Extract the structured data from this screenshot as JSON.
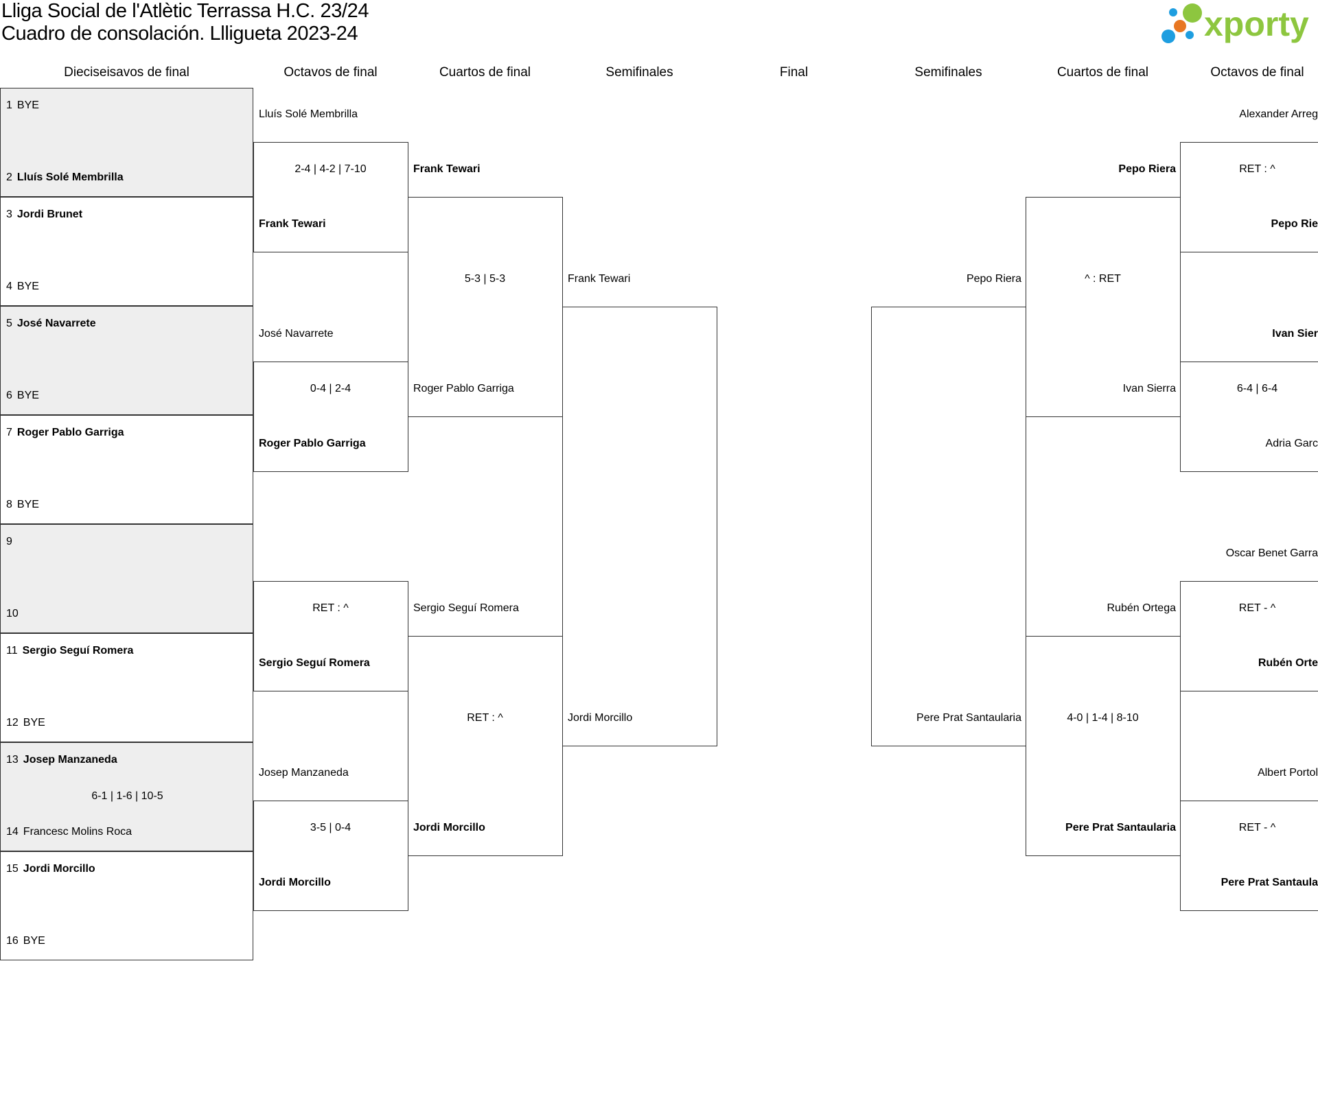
{
  "header": {
    "title_line1": "Lliga Social de l'Atlètic Terrassa H.C. 23/24",
    "title_line2": "Cuadro de consolación. Llligueta 2023-24",
    "logo_text": "xporty"
  },
  "rounds": {
    "r32": "Dieciseisavos de final",
    "r16_left": "Octavos de final",
    "qf_left": "Cuartos de final",
    "sf_left": "Semifinales",
    "final": "Final",
    "sf_right": "Semifinales",
    "qf_right": "Cuartos de final",
    "r16_right": "Octavos de final"
  },
  "first_round": [
    {
      "p1_num": "1",
      "p1": "BYE",
      "p2_num": "2",
      "p2": "Lluís Solé Membrilla",
      "score": ""
    },
    {
      "p1_num": "3",
      "p1": "Jordi Brunet",
      "p2_num": "4",
      "p2": "BYE",
      "score": ""
    },
    {
      "p1_num": "5",
      "p1": "José Navarrete",
      "p2_num": "6",
      "p2": "BYE",
      "score": ""
    },
    {
      "p1_num": "7",
      "p1": "Roger Pablo Garriga",
      "p2_num": "8",
      "p2": "BYE",
      "score": ""
    },
    {
      "p1_num": "9",
      "p1": "",
      "p2_num": "10",
      "p2": "",
      "score": ""
    },
    {
      "p1_num": "11",
      "p1": "Sergio Seguí Romera",
      "p2_num": "12",
      "p2": "BYE",
      "score": ""
    },
    {
      "p1_num": "13",
      "p1": "Josep Manzaneda",
      "p2_num": "14",
      "p2": "Francesc Molins Roca",
      "score": "6-1 | 1-6 | 10-5"
    },
    {
      "p1_num": "15",
      "p1": "Jordi Morcillo",
      "p2_num": "16",
      "p2": "BYE",
      "score": ""
    }
  ],
  "left_r16": [
    {
      "top": "Lluís Solé Membrilla",
      "score": "2-4 | 4-2 | 7-10",
      "bottom": "Frank Tewari"
    },
    {
      "top": "José Navarrete",
      "score": "0-4 | 2-4",
      "bottom": "Roger Pablo Garriga"
    },
    {
      "top": "",
      "score": "RET : ^",
      "bottom": "Sergio Seguí Romera"
    },
    {
      "top": "Josep Manzaneda",
      "score": "3-5 | 0-4",
      "bottom": "Jordi Morcillo"
    }
  ],
  "left_qf": [
    {
      "top": "Frank Tewari",
      "score": "5-3 | 5-3",
      "bottom": "Roger Pablo Garriga"
    },
    {
      "top": "Sergio Seguí Romera",
      "score": "RET : ^",
      "bottom": "Jordi Morcillo"
    }
  ],
  "left_sf": {
    "top": "Frank Tewari",
    "bottom": "Jordi Morcillo"
  },
  "right_sf": {
    "top": "Pepo Riera",
    "bottom": "Pere Prat Santaularia"
  },
  "right_qf": [
    {
      "top": "Pepo Riera",
      "score": "^ : RET",
      "bottom": "Ivan Sierra"
    },
    {
      "top": "Rubén Ortega",
      "score": "4-0 | 1-4 | 8-10",
      "bottom": "Pere Prat Santaularia"
    }
  ],
  "right_r16": [
    {
      "top": "Alexander Arreg",
      "score": "RET : ^",
      "bottom": "Pepo Rie"
    },
    {
      "top": "Ivan Sier",
      "score": "6-4 | 6-4",
      "bottom": "Adria Garc"
    },
    {
      "top": "Oscar Benet Garra",
      "score": "RET - ^",
      "bottom": "Rubén Orte"
    },
    {
      "top": "Albert Portol",
      "score": "RET - ^",
      "bottom": "Pere Prat Santaula"
    }
  ],
  "colors": {
    "shade": "#eeeeee",
    "border": "#333333",
    "logo_green": "#8dc63f",
    "logo_blue": "#1e9ee0",
    "logo_orange": "#e87722"
  }
}
